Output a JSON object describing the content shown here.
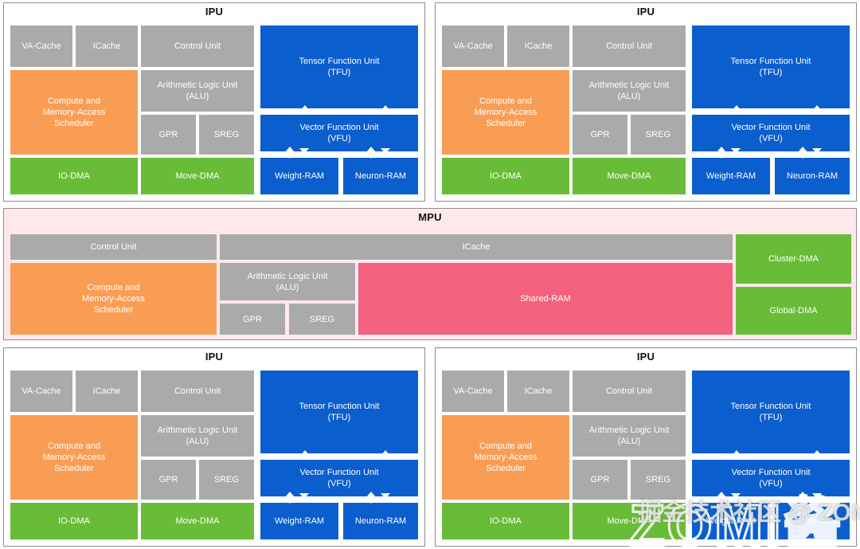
{
  "ipu": {
    "title": "IPU",
    "blocks": {
      "va_cache": "VA-Cache",
      "icache": "ICache",
      "control_unit": "Control Unit",
      "alu": "Arithmetic Logic Unit\n(ALU)",
      "gpr": "GPR",
      "sreg": "SREG",
      "scheduler": "Compute and\nMemory-Access\nScheduler",
      "io_dma": "IO-DMA",
      "move_dma": "Move-DMA",
      "tfu": "Tensor Function Unit\n(TFU)",
      "vfu": "Vector Function Unit\n(VFU)",
      "weight_ram": "Weight-RAM",
      "neuron_ram": "Neuron-RAM"
    }
  },
  "mpu": {
    "title": "MPU",
    "blocks": {
      "control_unit": "Control Unit",
      "icache": "ICache",
      "scheduler": "Compute and\nMemory-Access\nScheduler",
      "alu": "Arithmetic Logic Unit\n(ALU)",
      "gpr": "GPR",
      "sreg": "SREG",
      "shared_ram": "Shared-RAM",
      "cluster_dma": "Cluster-DMA",
      "global_dma": "Global-DMA"
    }
  },
  "watermarks": {
    "big": "ZOMI酱",
    "small": "掘金技术社区 @ ZOMI酱"
  },
  "colors": {
    "gray": "#aaaaaa",
    "orange": "#f99d54",
    "green": "#69bc37",
    "blue": "#0b5ecd",
    "pink": "#f4617e",
    "mpu_background": "#fde9eb",
    "panel_border": "#8d8d8d",
    "text_on_block": "#ffffff",
    "title_text": "#111111"
  }
}
